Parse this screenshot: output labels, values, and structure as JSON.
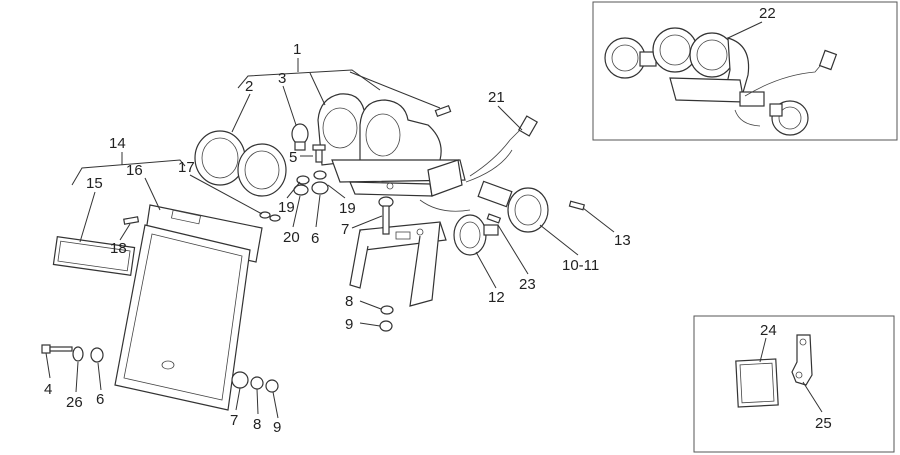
{
  "callouts": {
    "c1": "1",
    "c2": "2",
    "c3": "3",
    "c4": "4",
    "c5": "5",
    "c6a": "6",
    "c6b": "6",
    "c7a": "7",
    "c7b": "7",
    "c8a": "8",
    "c8b": "8",
    "c9a": "9",
    "c9b": "9",
    "c10_11": "10-11",
    "c12": "12",
    "c13": "13",
    "c14": "14",
    "c15": "15",
    "c16": "16",
    "c17": "17",
    "c18": "18",
    "c19a": "19",
    "c19b": "19",
    "c20": "20",
    "c21": "21",
    "c22": "22",
    "c23": "23",
    "c24": "24",
    "c25": "25",
    "c26": "26"
  }
}
